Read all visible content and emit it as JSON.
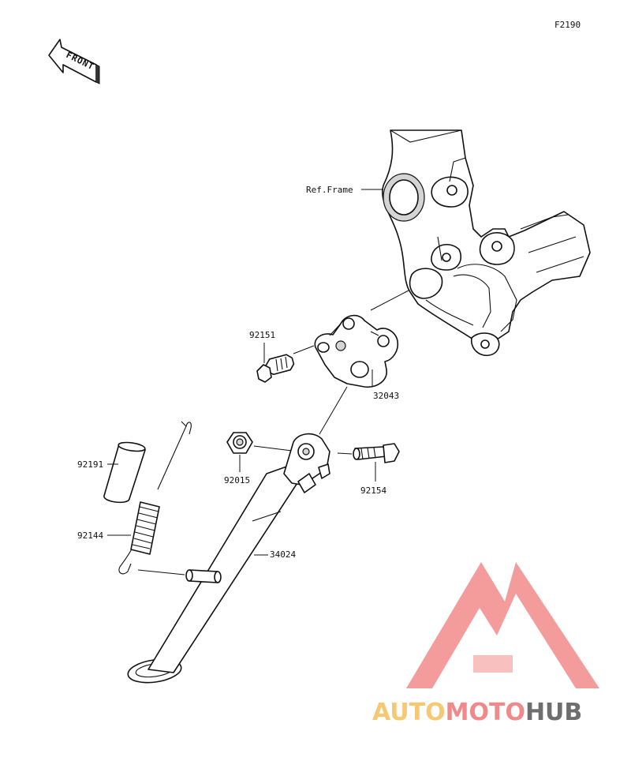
{
  "diagram_code": "F2190",
  "front_label": "FRONT",
  "labels": {
    "ref_frame": "Ref.Frame",
    "p92151": "92151",
    "p32043": "32043",
    "p92191": "92191",
    "p92015": "92015",
    "p92154": "92154",
    "p92144": "92144",
    "p34024": "34024"
  },
  "watermark": {
    "part1": "AUTO",
    "part2": "MOTO",
    "part3": "HUB",
    "colors": {
      "auto": "#f7c873",
      "moto": "#f08a8a",
      "hub": "#6e6e6e",
      "triangle": "#f28b8b"
    }
  }
}
